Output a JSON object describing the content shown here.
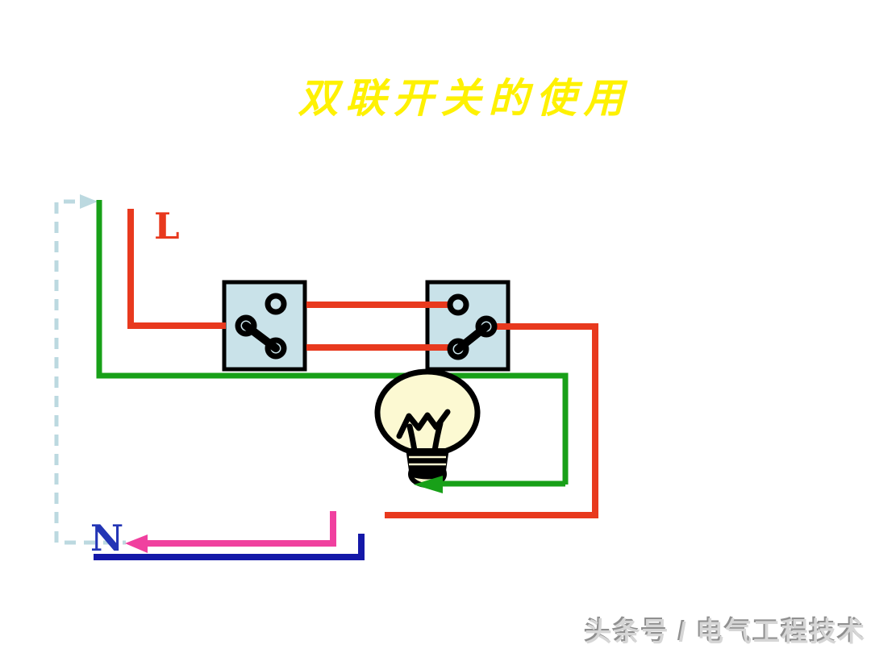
{
  "title": {
    "text": "双联开关的使用",
    "color": "#fef102"
  },
  "diagram": {
    "labels": {
      "live": "L",
      "neutral": "N"
    },
    "colors": {
      "live_wire": "#e8391e",
      "lamp_wire": "#18a018",
      "neutral_wire": "#1418a8",
      "flow_arrow": "#f0409f",
      "guide_dash": "#bcd9e0",
      "switch_fill": "#c9e2e9",
      "switch_border": "#000000",
      "bulb_fill": "#fcf9d2",
      "outline": "#000000",
      "live_label_color": "#e8391e",
      "neutral_label_color": "#2335b5"
    },
    "icons": {
      "switch_left": "two-way-switch-icon",
      "switch_right": "two-way-switch-icon",
      "lamp": "light-bulb-icon",
      "guide_arrow": "arrow-right-icon",
      "lamp_arrow": "arrow-left-icon",
      "neutral_flow_arrow": "arrow-left-icon"
    }
  },
  "watermark": {
    "text": "头条号 / 电气工程技术",
    "color": "#d6d6d6"
  }
}
